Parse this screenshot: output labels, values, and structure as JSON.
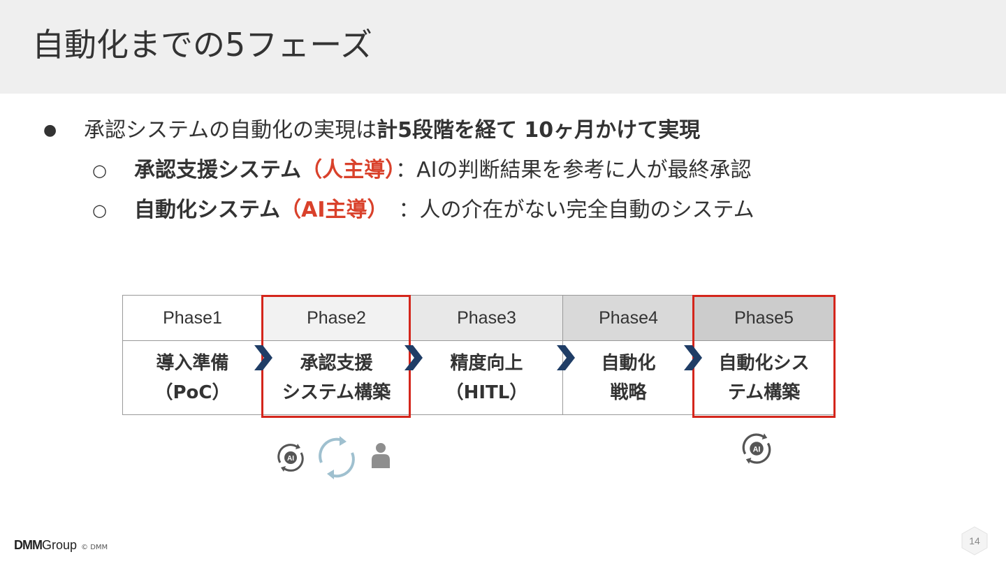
{
  "title": "自動化までの5フェーズ",
  "bullets": {
    "main": {
      "marker": "●",
      "text_normal": "承認システムの自動化の実現は",
      "text_bold": "計5段階を経て 10ヶ月かけて実現"
    },
    "sub": [
      {
        "marker": "○",
        "bold": "承認支援システム",
        "red": "（人主導）",
        "rest": "：AIの判断結果を参考に人が最終承認"
      },
      {
        "marker": "○",
        "bold": "自動化システム",
        "red": "（AI主導）",
        "rest": "　：人の介在がない完全自動のシステム"
      }
    ]
  },
  "phases": [
    {
      "header": "Phase1",
      "line1": "導入準備",
      "line2": "（PoC）",
      "header_bg": "#ffffff",
      "highlight": false
    },
    {
      "header": "Phase2",
      "line1": "承認支援",
      "line2": "システム構築",
      "header_bg": "#f2f2f2",
      "highlight": true
    },
    {
      "header": "Phase3",
      "line1": "精度向上",
      "line2": "（HITL）",
      "header_bg": "#e8e8e8",
      "highlight": false
    },
    {
      "header": "Phase4",
      "line1": "自動化",
      "line2": "戦略",
      "header_bg": "#d9d9d9",
      "highlight": false
    },
    {
      "header": "Phase5",
      "line1": "自動化シス",
      "line2": "テム構築",
      "header_bg": "#cccccc",
      "highlight": true
    }
  ],
  "icons": {
    "phase2": [
      "ai-cycle-icon",
      "sync-arrows-icon",
      "person-icon"
    ],
    "phase5": [
      "ai-cycle-icon"
    ],
    "ai_label": "AI"
  },
  "colors": {
    "accent_red": "#d9412b",
    "highlight_border": "#d4261c",
    "chevron": "#1f3d66",
    "sync": "#9fc0cf",
    "person": "#8e8e8e"
  },
  "footer": {
    "logo_dmm": "DMM",
    "logo_group": "Group",
    "copyright": "© DMM",
    "page_number": "14"
  }
}
